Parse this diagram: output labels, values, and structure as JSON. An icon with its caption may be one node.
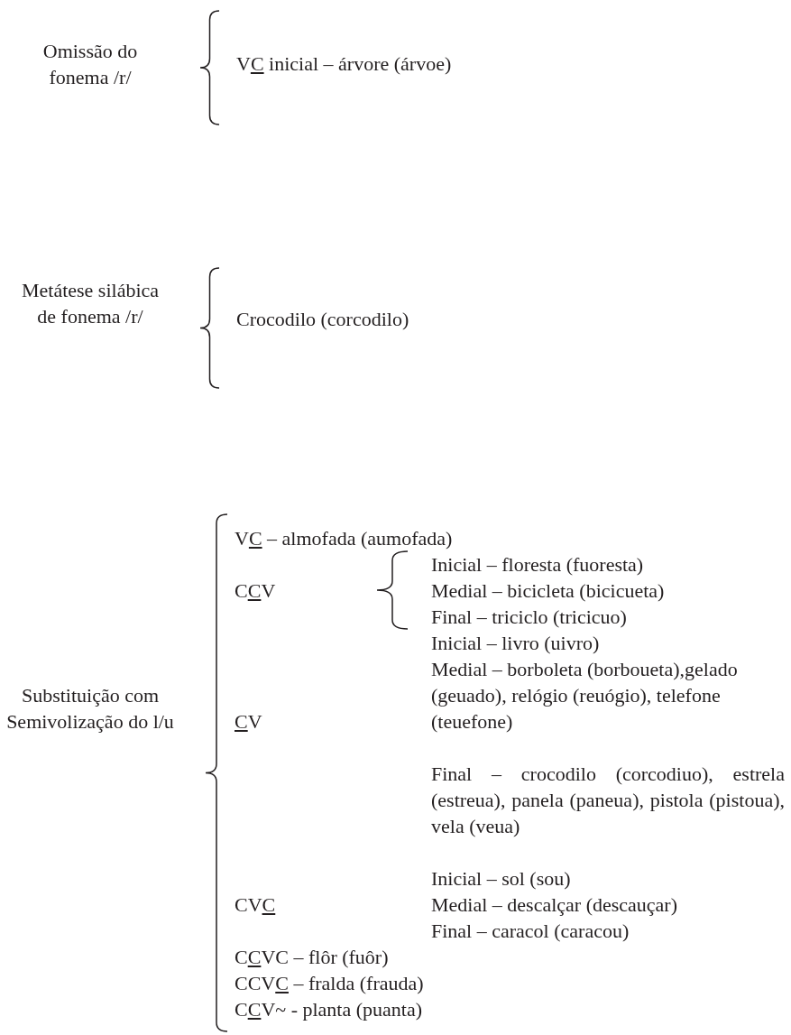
{
  "diagram": {
    "labels": [
      "Omissão do fonema /r/",
      "VC inicial – árvore (árvoe)",
      "Metátese silábica de fonema /r/",
      "Crocodilo (corcodilo)",
      "Substituição com Semivolização do l/u",
      "VC – almofada (aumofada)",
      "CCV",
      "Inicial – floresta (fuoresta)",
      "Medial – bicicleta (bicicueta)",
      "Final – triciclo (tricicuo)",
      "CV",
      "Inicial – livro (uivro)",
      "Medial – borboleta (borboueta),gelado (geuado), relógio (reuógio), telefone (teuefone)",
      "Final – crocodilo (corcodiuo), estrela (estreua), panela (paneua), pistola (pistoua), vela (veua)",
      "CVC",
      "Inicial – sol (sou)",
      "Medial – descalçar (descauçar)",
      "Final – caracol (caracou)",
      "CCVC – flôr (fuôr)",
      "CCVC – fralda (frauda)",
      "CCV~ - planta (puanta)"
    ]
  }
}
